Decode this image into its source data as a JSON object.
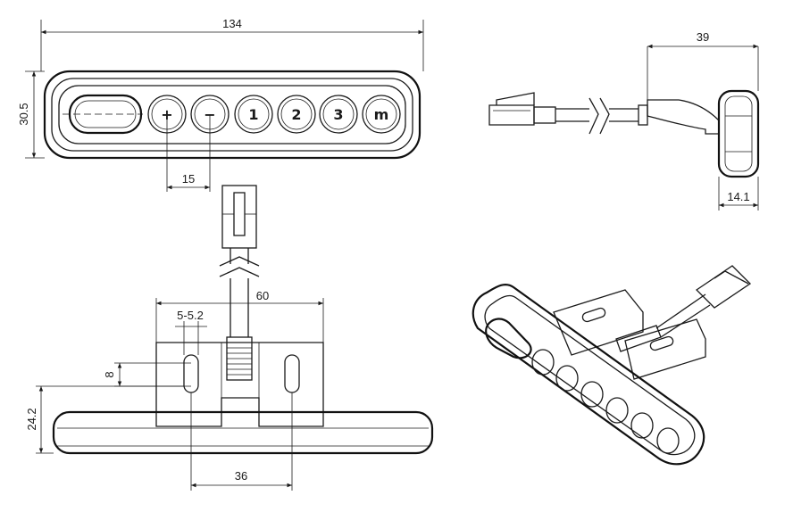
{
  "dimensions": {
    "width_total": "134",
    "height_front": "30.5",
    "button_pitch": "15",
    "side_depth": "39",
    "side_thickness": "14.1",
    "bracket_width": "60",
    "slot_width": "5-5.2",
    "slot_length": "8",
    "bottom_height": "24.2",
    "slot_spacing": "36"
  },
  "buttons": [
    {
      "id": "display",
      "symbol": ""
    },
    {
      "id": "up",
      "symbol": "+"
    },
    {
      "id": "down",
      "symbol": "−"
    },
    {
      "id": "preset-1",
      "symbol": "1"
    },
    {
      "id": "preset-2",
      "symbol": "2"
    },
    {
      "id": "preset-3",
      "symbol": "3"
    },
    {
      "id": "memory",
      "symbol": "m"
    }
  ]
}
